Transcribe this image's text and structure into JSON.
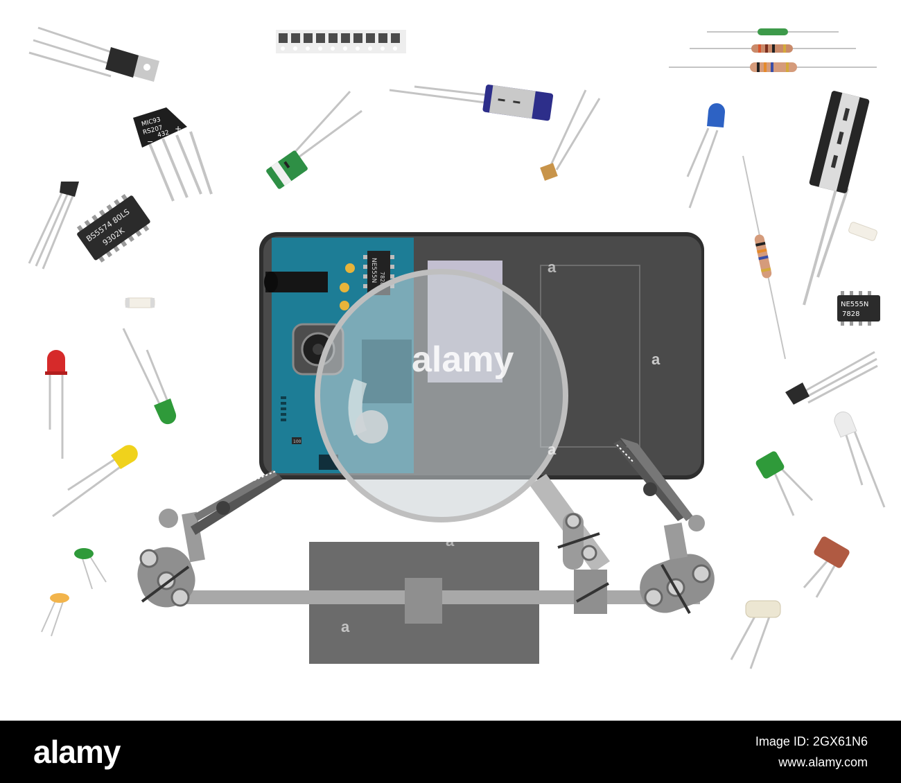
{
  "scene": {
    "watermark": "alamy",
    "watermark_small": "a",
    "ic_left": {
      "line1": "BS5574 80LS",
      "line2": "9302K"
    },
    "ic_bridge": {
      "line1": "MIC93",
      "line2": "RS207",
      "line3": "432",
      "minus": "−",
      "plus": "+"
    },
    "ic_board": "NE555N",
    "ic_board_2": "7828",
    "ic_right": {
      "line1": "NE555N",
      "line2": "7828"
    },
    "board_small_label": "100",
    "colors": {
      "phone": "#4a4a4a",
      "board": "#1d7d96",
      "lens": "#c8d0d3",
      "helping_hands": "#9b9b9b",
      "base": "#6b6b6b"
    }
  },
  "footer": {
    "brand": "alamy",
    "image_id": "Image ID: 2GX61N6",
    "url": "www.alamy.com"
  }
}
